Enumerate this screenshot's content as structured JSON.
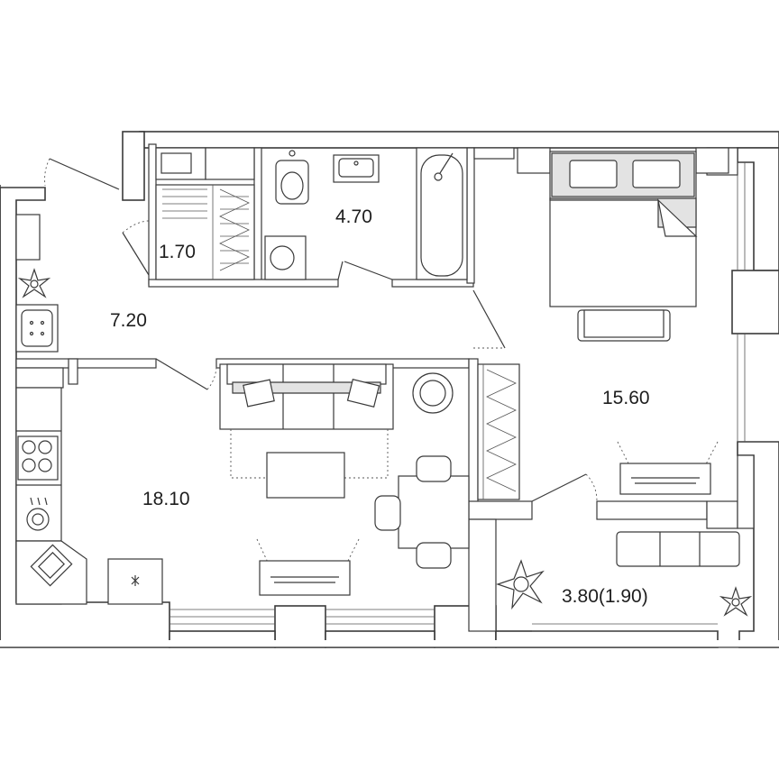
{
  "rooms": [
    {
      "id": "storage",
      "area": "1.70"
    },
    {
      "id": "bathroom",
      "area": "4.70"
    },
    {
      "id": "hallway",
      "area": "7.20"
    },
    {
      "id": "bedroom",
      "area": "15.60"
    },
    {
      "id": "living-kitchen",
      "area": "18.10"
    },
    {
      "id": "balcony",
      "area": "3.80(1.90)"
    }
  ],
  "colors": {
    "wall": "#3a3a3a",
    "furniture_fill": "#e3e3e3",
    "background": "#ffffff"
  }
}
